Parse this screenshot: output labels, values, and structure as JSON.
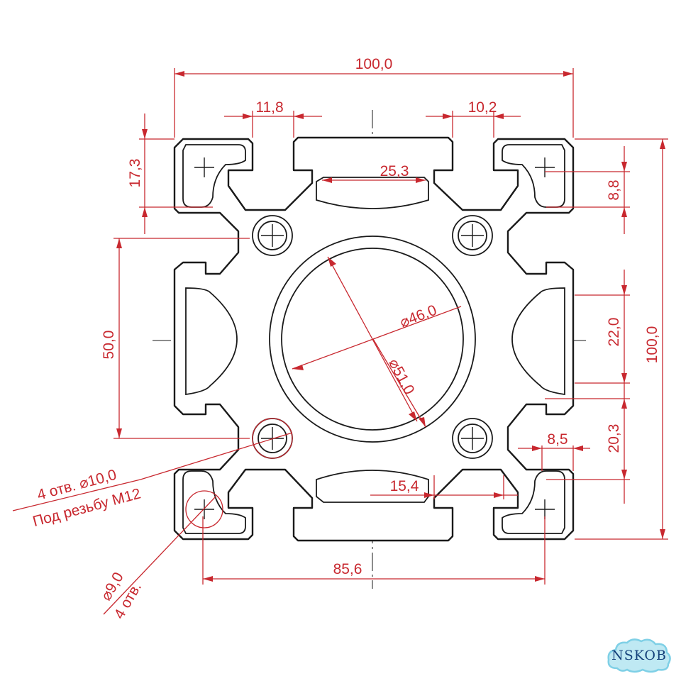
{
  "drawing": {
    "colors": {
      "dimension": "#c8282f",
      "outline": "#1a1a1a",
      "logo_fill": "#bfe9f3",
      "logo_stroke": "#7fd0e6",
      "logo_text": "#14407a"
    },
    "dimensions": {
      "overall_width": "100,0",
      "overall_height": "100,0",
      "slot_left": "11,8",
      "slot_right": "10,2",
      "slot_top_inner": "25,3",
      "left_17": "17,3",
      "right_8_8": "8,8",
      "center_distance": "50,0",
      "right_22": "22,0",
      "right_20_3": "20,3",
      "right_8_5": "8,5",
      "bottom_15_4": "15,4",
      "bottom_85_6": "85,6",
      "bore_inner": "⌀46,0",
      "bore_outer": "⌀51,0"
    },
    "notes": {
      "holes_count": "4 отв.  ⌀10,0",
      "holes_thread": "Под резьбу М12",
      "corner_holes_dia": "⌀9,0",
      "corner_holes_count": "4 отв."
    }
  },
  "logo": {
    "text": "NSKOB"
  }
}
